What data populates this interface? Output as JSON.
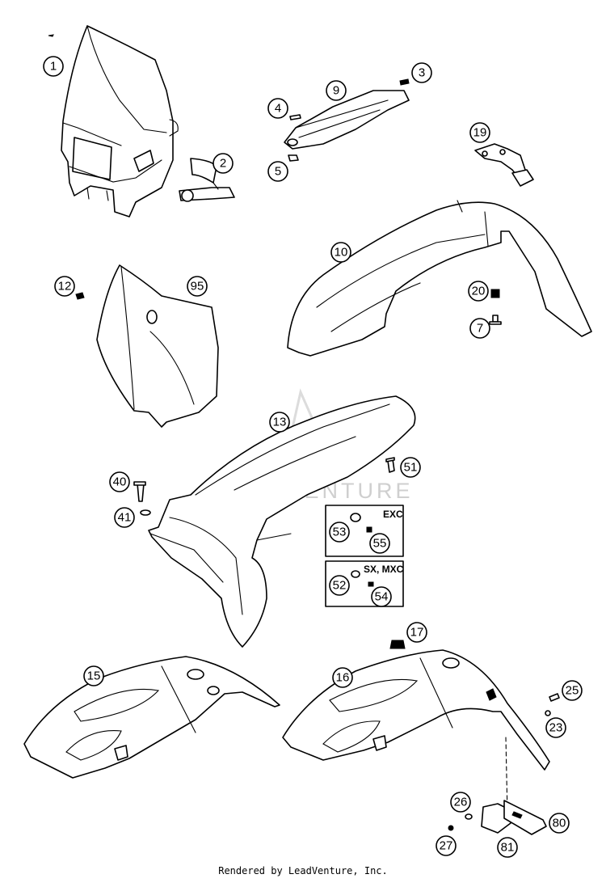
{
  "footer": "Rendered by LeadVenture, Inc.",
  "watermark": "LEADVENTURE",
  "colors": {
    "line": "#000000",
    "background": "#ffffff",
    "watermark": "#cfcfcf"
  },
  "boxes": [
    {
      "id": "exc",
      "label": "EXC"
    },
    {
      "id": "sxmxc",
      "label": "SX, MXC"
    }
  ],
  "callouts": [
    {
      "id": "c1",
      "label": "1"
    },
    {
      "id": "c2",
      "label": "2"
    },
    {
      "id": "c3",
      "label": "3"
    },
    {
      "id": "c4",
      "label": "4"
    },
    {
      "id": "c5",
      "label": "5"
    },
    {
      "id": "c9",
      "label": "9"
    },
    {
      "id": "c19",
      "label": "19"
    },
    {
      "id": "c10",
      "label": "10"
    },
    {
      "id": "c12",
      "label": "12"
    },
    {
      "id": "c95",
      "label": "95"
    },
    {
      "id": "c20",
      "label": "20"
    },
    {
      "id": "c7",
      "label": "7"
    },
    {
      "id": "c13",
      "label": "13"
    },
    {
      "id": "c51",
      "label": "51"
    },
    {
      "id": "c40",
      "label": "40"
    },
    {
      "id": "c41",
      "label": "41"
    },
    {
      "id": "c53",
      "label": "53"
    },
    {
      "id": "c55",
      "label": "55"
    },
    {
      "id": "c52",
      "label": "52"
    },
    {
      "id": "c54",
      "label": "54"
    },
    {
      "id": "c17",
      "label": "17"
    },
    {
      "id": "c15",
      "label": "15"
    },
    {
      "id": "c16",
      "label": "16"
    },
    {
      "id": "c25",
      "label": "25"
    },
    {
      "id": "c23",
      "label": "23"
    },
    {
      "id": "c26",
      "label": "26"
    },
    {
      "id": "c80",
      "label": "80"
    },
    {
      "id": "c27",
      "label": "27"
    },
    {
      "id": "c81",
      "label": "81"
    }
  ]
}
